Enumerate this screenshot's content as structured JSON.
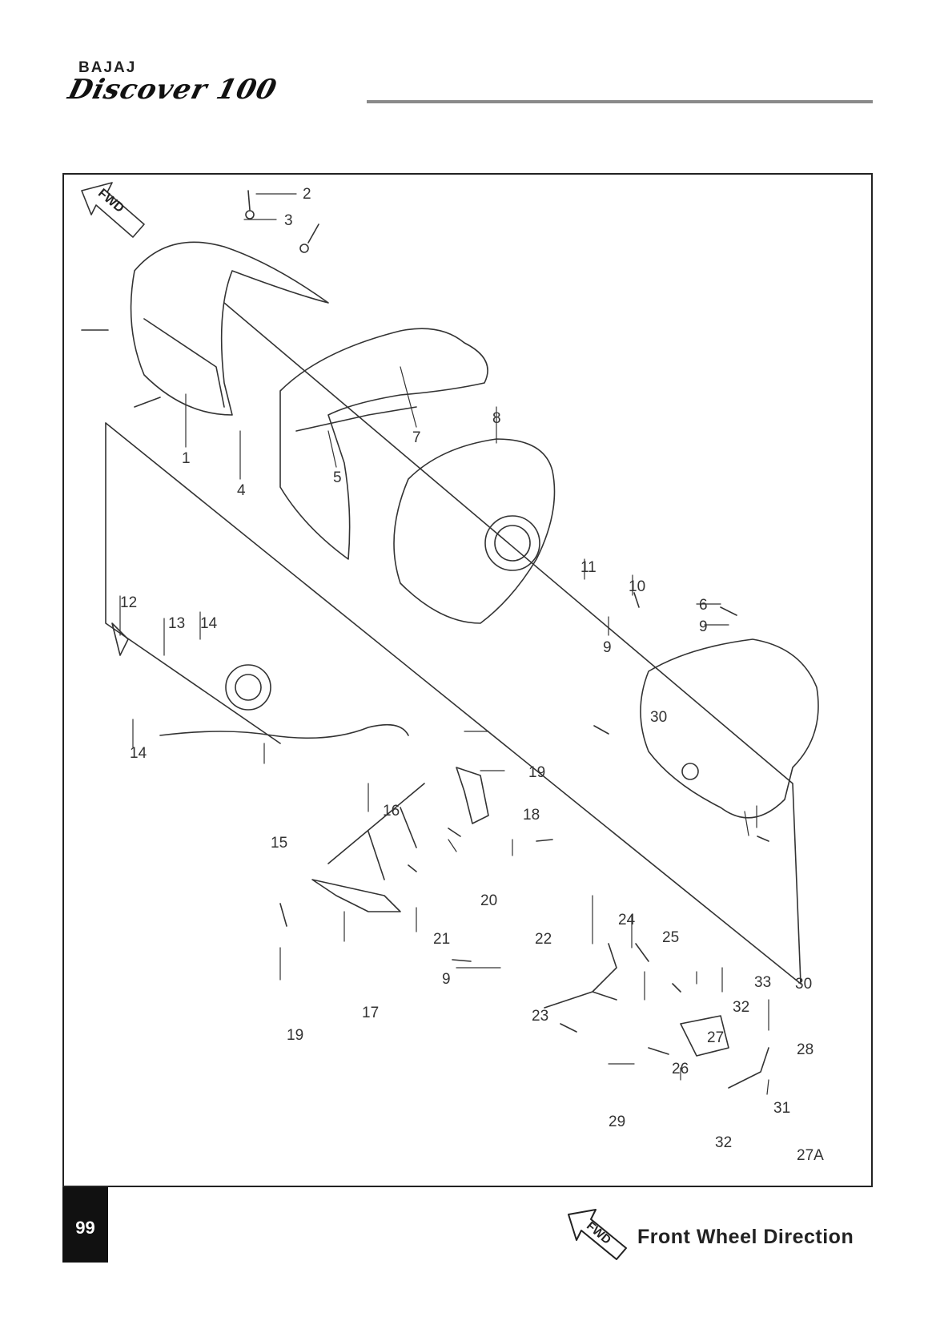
{
  "header": {
    "brand": "BAJAJ",
    "model": "Discover 100"
  },
  "diagram": {
    "fwd_arrow_label": "FWD",
    "callouts": [
      "1",
      "2",
      "3",
      "4",
      "5",
      "6",
      "7",
      "8",
      "9",
      "9",
      "9",
      "10",
      "11",
      "12",
      "13",
      "14",
      "14",
      "15",
      "16",
      "17",
      "18",
      "19",
      "19",
      "20",
      "21",
      "22",
      "23",
      "24",
      "25",
      "26",
      "27",
      "27A",
      "28",
      "29",
      "30",
      "30",
      "31",
      "32",
      "32",
      "33"
    ]
  },
  "footer": {
    "page_number": "99",
    "legend_icon_label": "FWD",
    "legend_text": "Front Wheel Direction"
  }
}
